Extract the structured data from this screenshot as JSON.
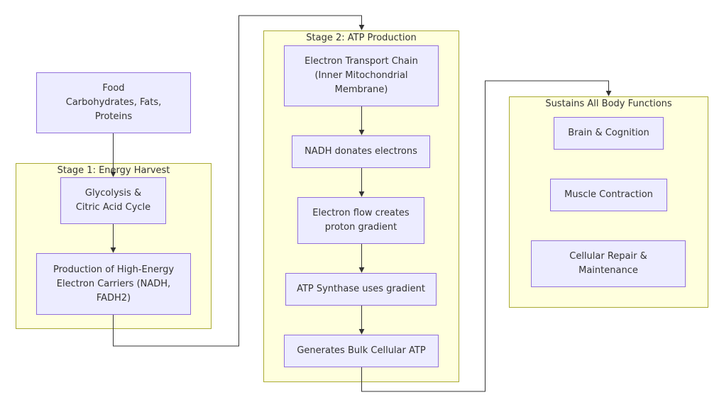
{
  "clusters": {
    "stage1": {
      "title": "Stage 1: Energy Harvest"
    },
    "stage2": {
      "title": "Stage 2: ATP Production"
    },
    "sustains": {
      "title": "Sustains All Body Functions"
    }
  },
  "nodes": {
    "food": "Food\nCarbohydrates, Fats,\nProteins",
    "glycolysis": "Glycolysis &\nCitric Acid Cycle",
    "carriers": "Production of High-Energy\nElectron Carriers (NADH,\nFADH2)",
    "etc": "Electron Transport Chain\n(Inner Mitochondrial\nMembrane)",
    "nadh": "NADH donates electrons",
    "flow": "Electron flow creates\nproton gradient",
    "synthase": "ATP Synthase uses gradient",
    "atp": "Generates Bulk Cellular ATP",
    "brain": "Brain & Cognition",
    "muscle": "Muscle Contraction",
    "repair": "Cellular Repair &\nMaintenance"
  },
  "colors": {
    "node_fill": "#ececff",
    "node_stroke": "#9370db",
    "cluster_fill": "#ffffde",
    "cluster_stroke": "#aaaa33",
    "edge": "#333333"
  }
}
